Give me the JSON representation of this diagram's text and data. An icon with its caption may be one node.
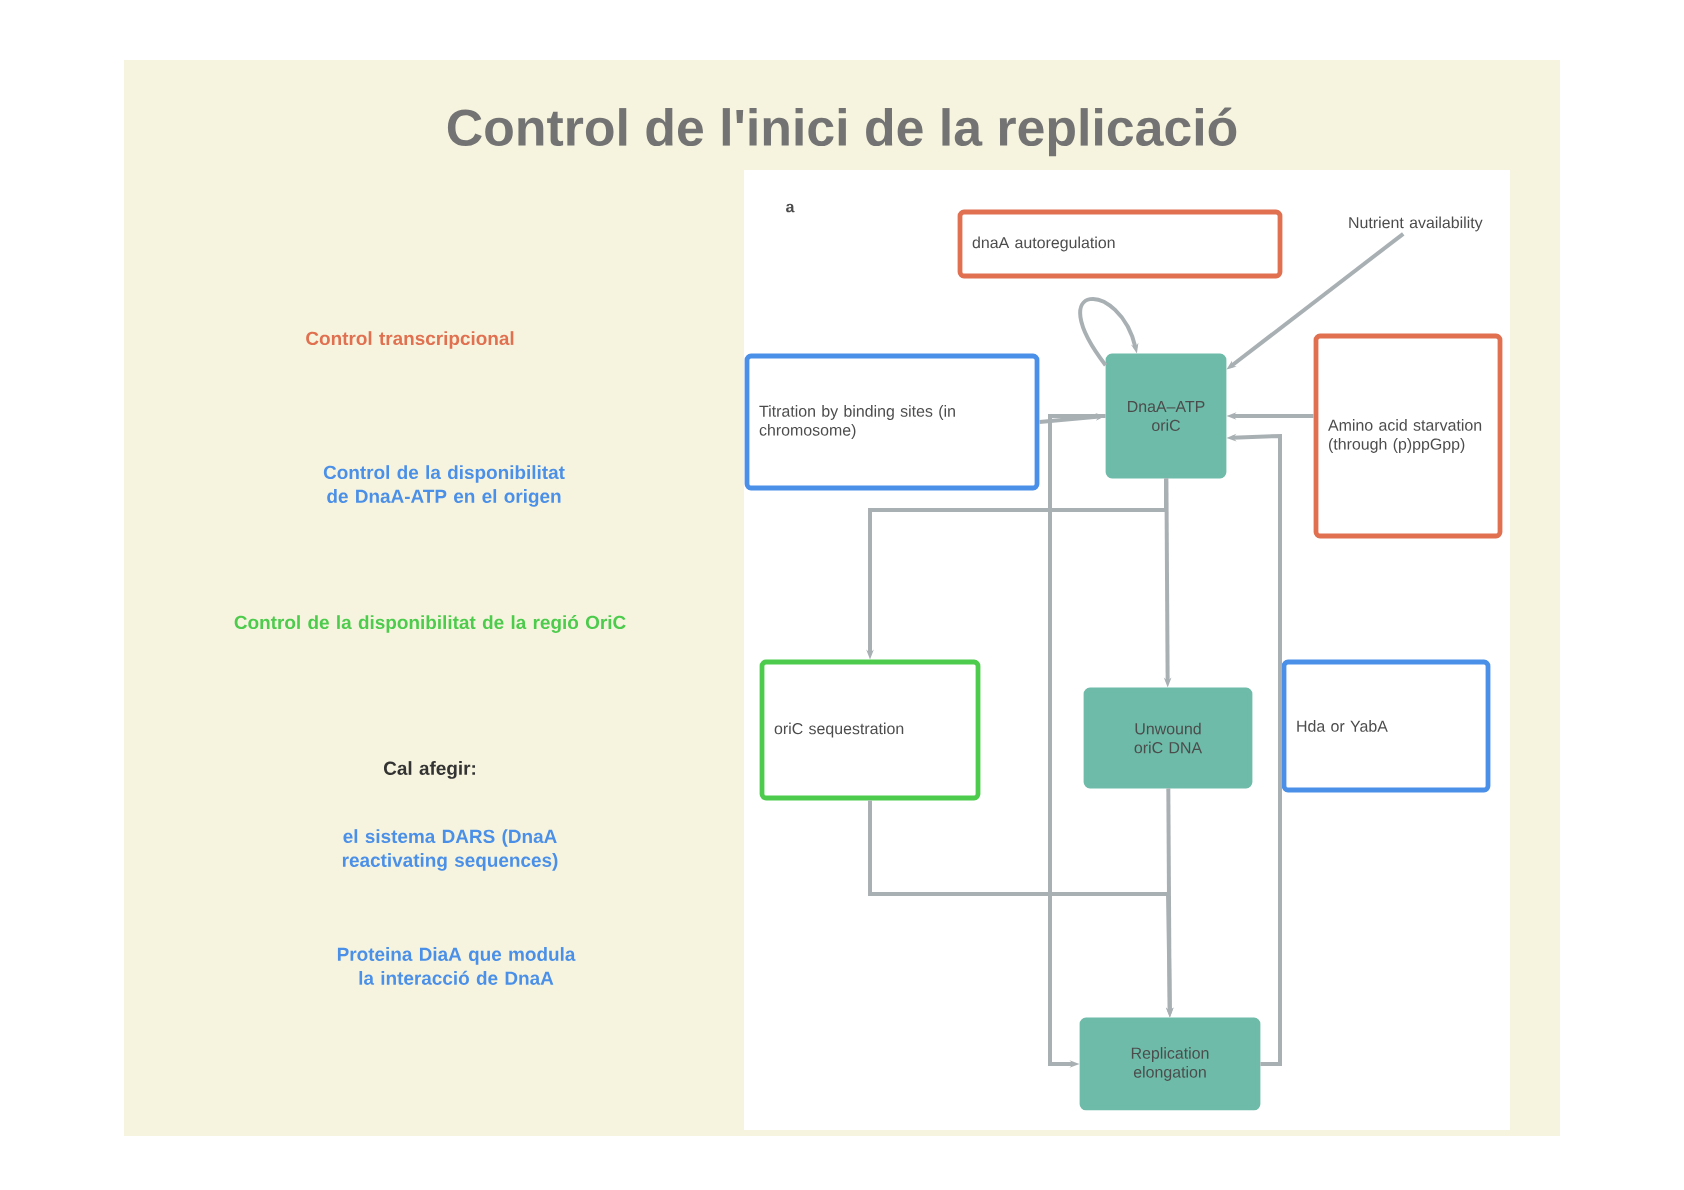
{
  "diagram": {
    "title": "Control de l'inici de la replicació",
    "nodes": [
      {
        "text": [
          "dnaA autoregulation"
        ]
      },
      {
        "text": [
          "Nutrient availability"
        ]
      },
      {
        "text": [
          "Titration by binding sites (in chromosome)"
        ]
      },
      {
        "text": [
          "DnaA–ATP",
          "oriC"
        ]
      },
      {
        "text": [
          "Amino acid starvation (through (p)ppGpp)"
        ]
      },
      {
        "text": [
          "oriC sequestration"
        ]
      },
      {
        "text": [
          "Unwound oriC DNA"
        ]
      },
      {
        "text": [
          "Hda or YabA"
        ]
      },
      {
        "text": [
          "Replication elongation"
        ]
      }
    ],
    "edges": [
      {
        "from": 3,
        "to": 3,
        "arrow": "to"
      },
      {
        "from": 1,
        "to": 3,
        "arrow": "to"
      },
      {
        "from": 2,
        "to": 3,
        "arrow": "to"
      },
      {
        "from": 4,
        "to": 3,
        "arrow": "to"
      },
      {
        "from": 3,
        "to": 6,
        "arrow": "to"
      },
      {
        "from": 3,
        "to": 8,
        "arrow": "to"
      },
      {
        "from": 8,
        "to": 3,
        "arrow": "to"
      },
      {
        "from": 3,
        "to": 5,
        "arrow": "to"
      },
      {
        "from": 6,
        "to": 8,
        "arrow": "to"
      },
      {
        "from": 5,
        "to": 8,
        "arrow": "to"
      }
    ],
    "labels": [
      "Control transcripcional",
      "Control de la disponibilitat de DnaA-ATP en el origen",
      "Control de la disponibilitat de la regió OriC",
      "Cal afegir:",
      "el sistema DARS (DnaA reactivating sequences)",
      "Proteina DiaA que modula la interacció de DnaA",
      "a"
    ]
  }
}
